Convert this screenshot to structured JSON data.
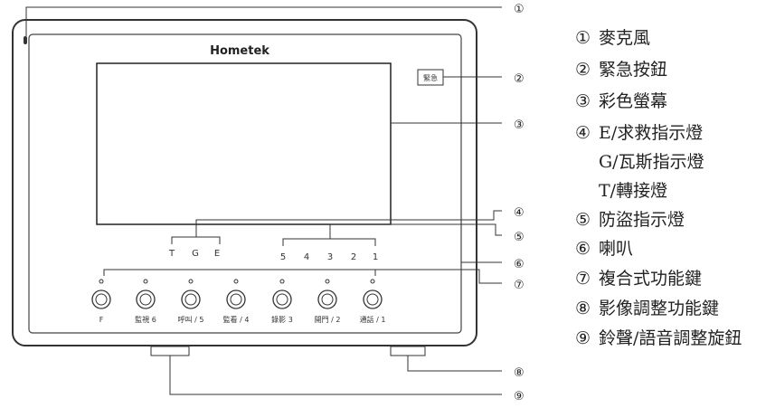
{
  "device": {
    "brand": "Hometek",
    "emergency_label": "緊急",
    "left_led_labels": [
      "T",
      "G",
      "E"
    ],
    "right_led_labels": [
      "5",
      "4",
      "3",
      "2",
      "1"
    ],
    "buttons": [
      "F",
      "監視 6",
      "呼叫 / 5",
      "監看 / 4",
      "錄影 3",
      "開門 / 2",
      "通話 / 1"
    ]
  },
  "callouts": [
    "①",
    "②",
    "③",
    "④",
    "⑤",
    "⑥",
    "⑦",
    "⑧",
    "⑨"
  ],
  "legend": [
    {
      "num": "①",
      "text": "麥克風"
    },
    {
      "num": "②",
      "text": "緊急按鈕"
    },
    {
      "num": "③",
      "text": "彩色螢幕"
    },
    {
      "num": "④",
      "text": "E/求救指示燈"
    },
    {
      "num": "",
      "text": "G/瓦斯指示燈"
    },
    {
      "num": "",
      "text": "T/轉接燈"
    },
    {
      "num": "⑤",
      "text": "防盜指示燈"
    },
    {
      "num": "⑥",
      "text": "喇叭"
    },
    {
      "num": "⑦",
      "text": "複合式功能鍵"
    },
    {
      "num": "⑧",
      "text": "影像調整功能鍵"
    },
    {
      "num": "⑨",
      "text": "鈴聲/語音調整旋鈕"
    }
  ]
}
